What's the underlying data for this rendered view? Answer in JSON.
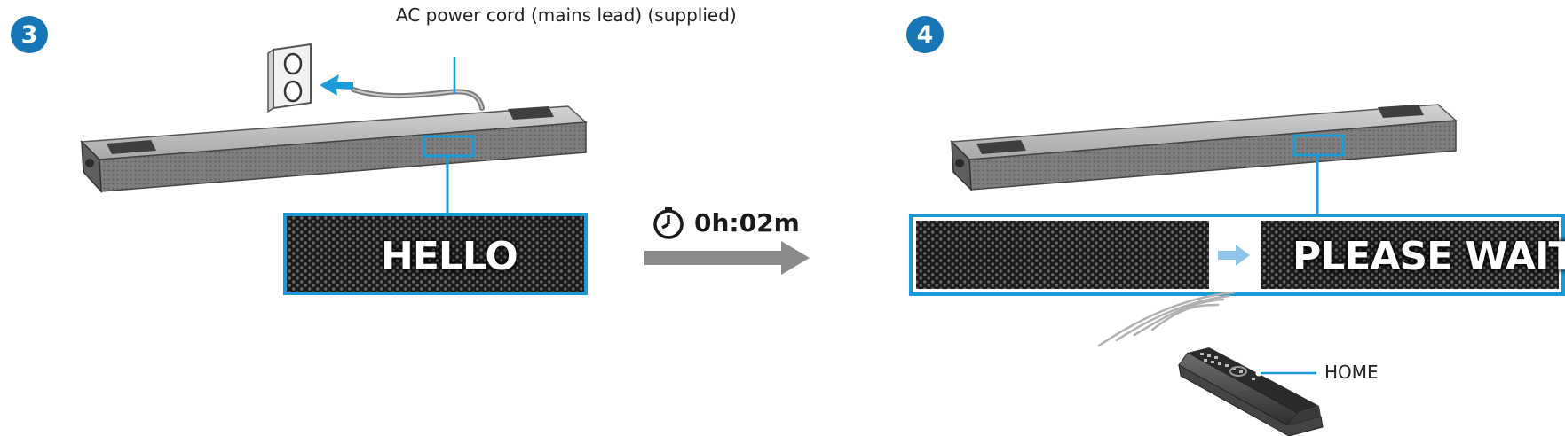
{
  "steps": [
    {
      "number": "3",
      "display_text": "HELLO"
    },
    {
      "number": "4",
      "display_text": "PLEASE WAIT"
    }
  ],
  "labels": {
    "power_cord": "AC power cord (mains lead) (supplied)",
    "timer": "0h:02m",
    "home_button": "HOME"
  },
  "icons": {
    "timer": "stopwatch-icon",
    "arrow": "right-arrow-icon",
    "outlet": "wall-outlet-icon",
    "remote": "remote-control-icon",
    "signal": "infrared-signal-icon"
  },
  "colors": {
    "accent": "#1a9bd7",
    "badge": "#1676b6",
    "soundbar": "#8d8d8d",
    "arrow_gray": "#8a8a8a",
    "arrow_blue": "#8ec5e8"
  }
}
